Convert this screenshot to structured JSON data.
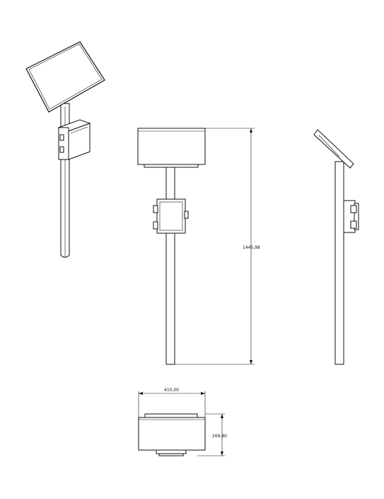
{
  "drawing": {
    "dimensions": {
      "pole_height": "1445,98",
      "panel_width": "410,00",
      "panel_depth": "269,80"
    },
    "colors": {
      "line": "#111111",
      "background": "#ffffff"
    }
  }
}
